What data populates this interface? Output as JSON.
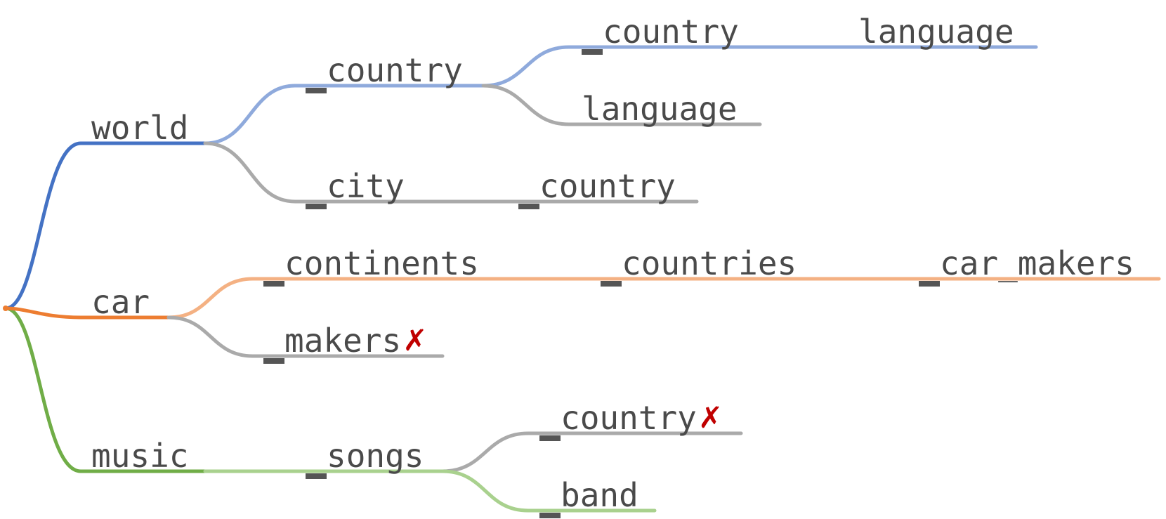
{
  "colors": {
    "default": "#aaaaaa",
    "world": "#4472c4",
    "world_light": "#8faadc",
    "car": "#ed7d31",
    "car_light": "#f4b183",
    "music": "#70ad47",
    "music_light": "#a9d18e",
    "error_mark": "#c00000"
  },
  "mark_symbol": "✗",
  "tree": {
    "branches": [
      {
        "id": "world",
        "label": "world",
        "color": "#4472c4",
        "children": [
          {
            "id": "world-country",
            "label": "country",
            "prefixed": true,
            "color": "#8faadc",
            "children": [
              {
                "id": "world-country-country",
                "label": "country",
                "prefixed": true,
                "color": "#8faadc",
                "next": [
                  {
                    "label": "language",
                    "prefixed": false
                  }
                ]
              },
              {
                "id": "world-country-language",
                "label": "language",
                "prefixed": false,
                "color": "#aaaaaa"
              }
            ]
          },
          {
            "id": "world-city",
            "label": "city",
            "prefixed": true,
            "color": "#aaaaaa",
            "next": [
              {
                "label": "country",
                "prefixed": true
              }
            ]
          }
        ]
      },
      {
        "id": "car",
        "label": "car",
        "color": "#ed7d31",
        "children": [
          {
            "id": "car-continents",
            "label": "continents",
            "prefixed": true,
            "color": "#f4b183",
            "next": [
              {
                "label": "countries",
                "prefixed": true
              },
              {
                "label": "car_makers",
                "prefixed": true
              }
            ]
          },
          {
            "id": "car-makers",
            "label": "makers",
            "prefixed": true,
            "color": "#aaaaaa",
            "marked": true
          }
        ]
      },
      {
        "id": "music",
        "label": "music",
        "color": "#70ad47",
        "children": [
          {
            "id": "music-songs",
            "label": "songs",
            "prefixed": true,
            "color": "#a9d18e",
            "children": [
              {
                "id": "music-songs-country",
                "label": "country",
                "prefixed": true,
                "color": "#aaaaaa",
                "marked": true
              },
              {
                "id": "music-songs-band",
                "label": "band",
                "prefixed": true,
                "color": "#a9d18e"
              }
            ]
          }
        ]
      }
    ]
  }
}
